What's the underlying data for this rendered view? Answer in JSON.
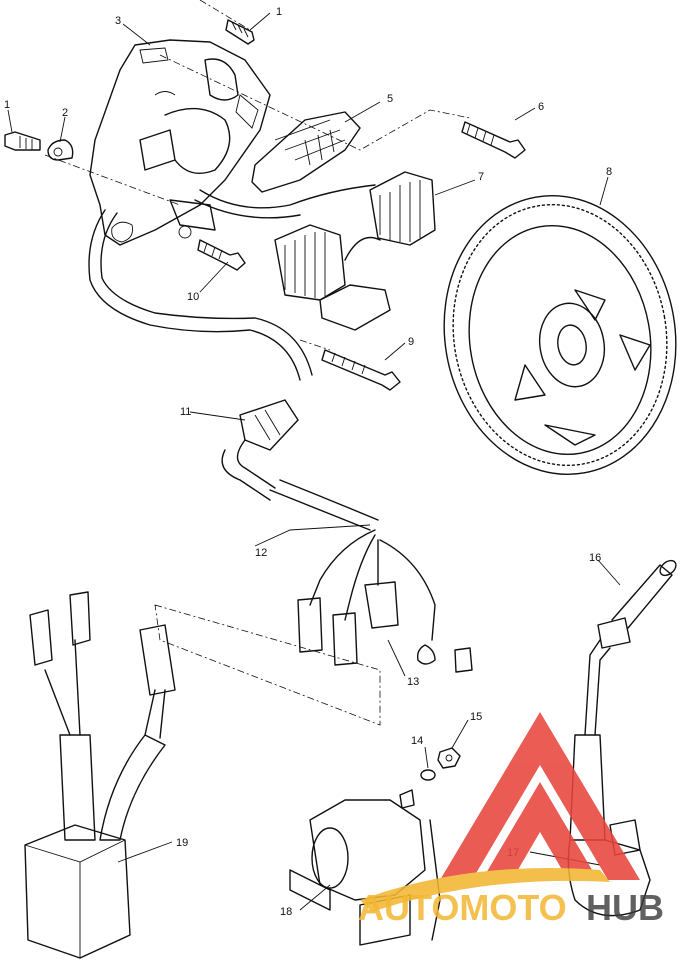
{
  "callouts": {
    "c1a": "1",
    "c1b": "1",
    "c2": "2",
    "c3": "3",
    "c5": "5",
    "c6": "6",
    "c7": "7",
    "c8": "8",
    "c9": "9",
    "c10": "10",
    "c11": "11",
    "c12": "12",
    "c13": "13",
    "c14": "14",
    "c15": "15",
    "c16": "16",
    "c17": "17",
    "c18": "18",
    "c19": "19"
  },
  "watermark": {
    "brand_part1": "AUTOMOTO",
    "brand_part2": "HUB",
    "color_primary": "#e8453c",
    "color_secondary": "#f2b632",
    "color_dark": "#3a3a3a"
  },
  "colors": {
    "line": "#111111",
    "background": "#ffffff"
  }
}
